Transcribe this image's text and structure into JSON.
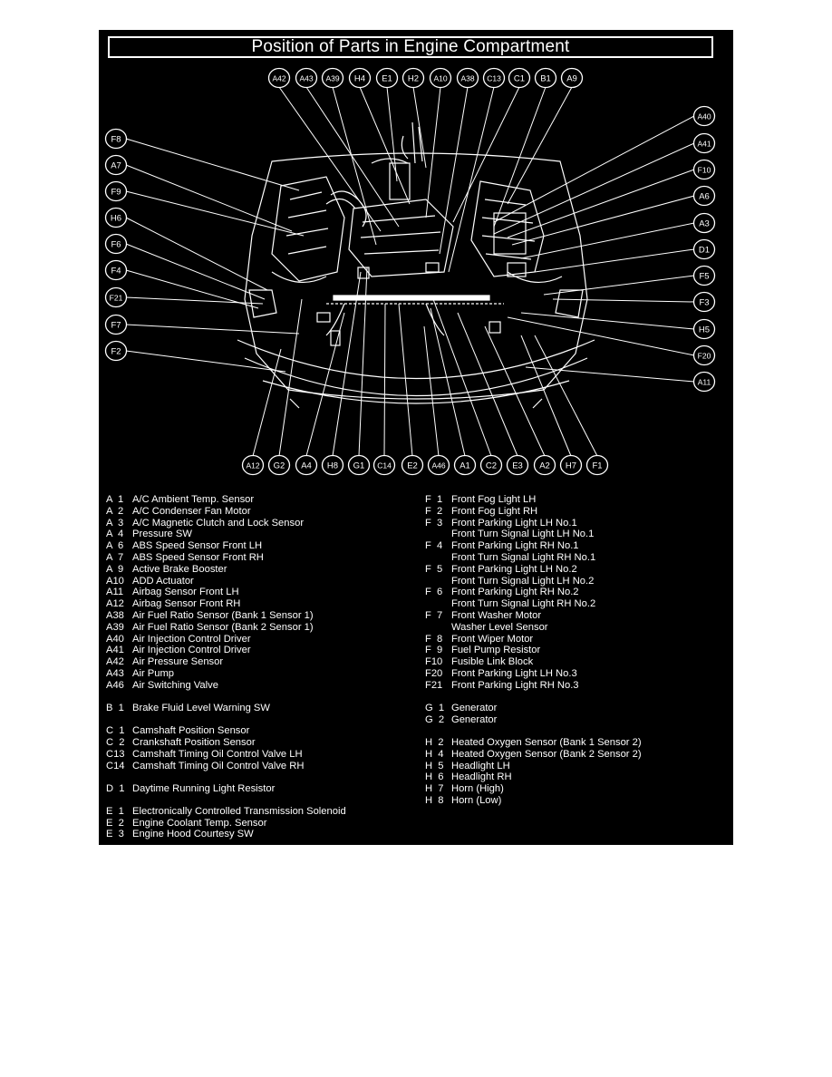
{
  "title": "Position of Parts in Engine Compartment",
  "callouts_top": [
    "A42",
    "A43",
    "A39",
    "H4",
    "E1",
    "H2",
    "A10",
    "A38",
    "C13",
    "C1",
    "B1",
    "A9"
  ],
  "callouts_left": [
    "F8",
    "A7",
    "F9",
    "H6",
    "F6",
    "F4",
    "F21",
    "F7",
    "F2"
  ],
  "callouts_right": [
    "A40",
    "A41",
    "F10",
    "A6",
    "A3",
    "D1",
    "F5",
    "F3",
    "H5",
    "F20",
    "A11"
  ],
  "callouts_bottom": [
    "A12",
    "G2",
    "A4",
    "H8",
    "G1",
    "C14",
    "E2",
    "A46",
    "A1",
    "C2",
    "E3",
    "A2",
    "H7",
    "F1"
  ],
  "legend_left": [
    {
      "code": "A  1",
      "desc": "A/C Ambient Temp. Sensor"
    },
    {
      "code": "A  2",
      "desc": "A/C Condenser Fan Motor"
    },
    {
      "code": "A  3",
      "desc": "A/C Magnetic Clutch and Lock Sensor"
    },
    {
      "code": "A  4",
      "desc": "Pressure SW"
    },
    {
      "code": "A  6",
      "desc": "ABS Speed Sensor Front LH"
    },
    {
      "code": "A  7",
      "desc": "ABS Speed Sensor Front RH"
    },
    {
      "code": "A  9",
      "desc": "Active Brake Booster"
    },
    {
      "code": "A10",
      "desc": "ADD Actuator"
    },
    {
      "code": "A11",
      "desc": "Airbag Sensor Front LH"
    },
    {
      "code": "A12",
      "desc": "Airbag Sensor Front RH"
    },
    {
      "code": "A38",
      "desc": "Air Fuel Ratio Sensor (Bank 1 Sensor 1)"
    },
    {
      "code": "A39",
      "desc": "Air Fuel Ratio Sensor (Bank 2 Sensor 1)"
    },
    {
      "code": "A40",
      "desc": "Air Injection Control Driver"
    },
    {
      "code": "A41",
      "desc": "Air Injection Control Driver"
    },
    {
      "code": "A42",
      "desc": "Air Pressure Sensor"
    },
    {
      "code": "A43",
      "desc": "Air Pump"
    },
    {
      "code": "A46",
      "desc": "Air Switching Valve"
    },
    {
      "gap": true
    },
    {
      "code": "B  1",
      "desc": "Brake Fluid Level Warning SW"
    },
    {
      "gap": true
    },
    {
      "code": "C  1",
      "desc": "Camshaft Position Sensor"
    },
    {
      "code": "C  2",
      "desc": "Crankshaft Position Sensor"
    },
    {
      "code": "C13",
      "desc": "Camshaft Timing Oil Control Valve LH"
    },
    {
      "code": "C14",
      "desc": "Camshaft Timing Oil Control Valve RH"
    },
    {
      "gap": true
    },
    {
      "code": "D  1",
      "desc": "Daytime Running Light Resistor"
    },
    {
      "gap": true
    },
    {
      "code": "E  1",
      "desc": "Electronically Controlled Transmission Solenoid"
    },
    {
      "code": "E  2",
      "desc": "Engine Coolant Temp. Sensor"
    },
    {
      "code": "E  3",
      "desc": "Engine Hood Courtesy SW"
    }
  ],
  "legend_right": [
    {
      "code": "F  1",
      "desc": "Front Fog Light LH"
    },
    {
      "code": "F  2",
      "desc": "Front Fog Light RH"
    },
    {
      "code": "F  3",
      "desc": "Front Parking Light LH No.1"
    },
    {
      "code": "",
      "desc": "Front Turn Signal Light LH No.1"
    },
    {
      "code": "F  4",
      "desc": "Front Parking Light RH No.1"
    },
    {
      "code": "",
      "desc": "Front Turn Signal Light RH No.1"
    },
    {
      "code": "F  5",
      "desc": "Front Parking Light LH No.2"
    },
    {
      "code": "",
      "desc": "Front Turn Signal Light LH No.2"
    },
    {
      "code": "F  6",
      "desc": "Front Parking Light RH No.2"
    },
    {
      "code": "",
      "desc": "Front Turn Signal Light RH No.2"
    },
    {
      "code": "F  7",
      "desc": "Front Washer Motor"
    },
    {
      "code": "",
      "desc": "Washer Level Sensor"
    },
    {
      "code": "F  8",
      "desc": "Front Wiper Motor"
    },
    {
      "code": "F  9",
      "desc": "Fuel Pump Resistor"
    },
    {
      "code": "F10",
      "desc": "Fusible Link Block"
    },
    {
      "code": "F20",
      "desc": "Front Parking Light LH No.3"
    },
    {
      "code": "F21",
      "desc": "Front Parking Light RH No.3"
    },
    {
      "gap": true
    },
    {
      "code": "G  1",
      "desc": "Generator"
    },
    {
      "code": "G  2",
      "desc": "Generator"
    },
    {
      "gap": true
    },
    {
      "code": "H  2",
      "desc": "Heated Oxygen Sensor (Bank 1 Sensor 2)"
    },
    {
      "code": "H  4",
      "desc": "Heated Oxygen Sensor (Bank 2 Sensor 2)"
    },
    {
      "code": "H  5",
      "desc": "Headlight LH"
    },
    {
      "code": "H  6",
      "desc": "Headlight RH"
    },
    {
      "code": "H  7",
      "desc": "Horn (High)"
    },
    {
      "code": "H  8",
      "desc": "Horn (Low)"
    }
  ]
}
